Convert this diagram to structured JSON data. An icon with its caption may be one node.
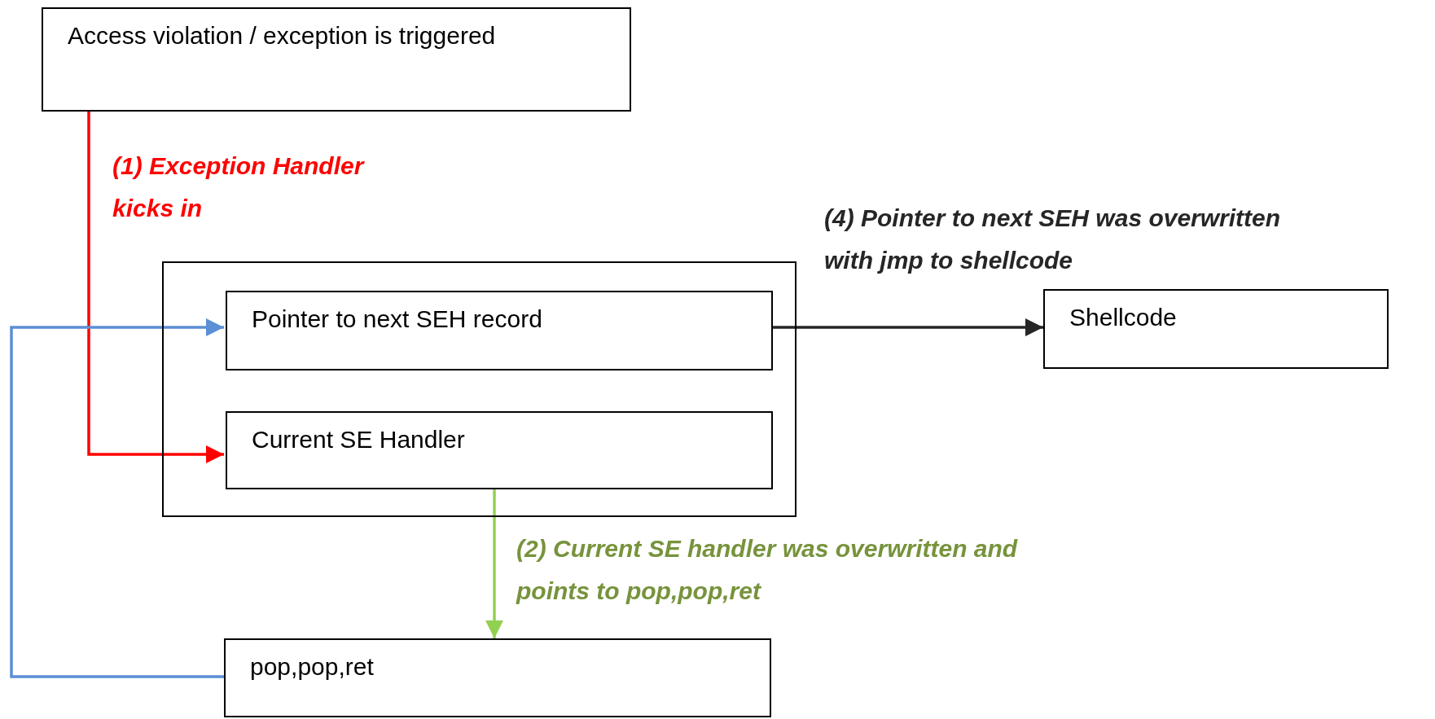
{
  "diagram": {
    "nodes": [
      {
        "text": [
          "Access violation / exception is triggered"
        ]
      },
      {
        "text": [],
        "shape": "box"
      },
      {
        "text": [
          "Pointer to next SEH record"
        ],
        "in": 1
      },
      {
        "text": [
          "Current SE Handler"
        ],
        "in": 1
      },
      {
        "text": [
          "Shellcode"
        ]
      },
      {
        "text": [
          "pop,pop,ret"
        ]
      }
    ],
    "edges": [
      {
        "from": 0,
        "to": 3,
        "arrow": "to",
        "label": "(1) Exception Handler kicks in",
        "color": "#ff0000"
      },
      {
        "from": 3,
        "to": 5,
        "arrow": "to",
        "label": "(2) Current SE handler was overwritten and points to pop,pop,ret",
        "color": "#92d050"
      },
      {
        "from": 5,
        "to": 2,
        "arrow": "to",
        "color": "#5b8fd6"
      },
      {
        "from": 2,
        "to": 4,
        "arrow": "to",
        "label": "(4) Pointer to next SEH was overwritten with jmp to shellcode",
        "color": "#262626"
      }
    ]
  }
}
